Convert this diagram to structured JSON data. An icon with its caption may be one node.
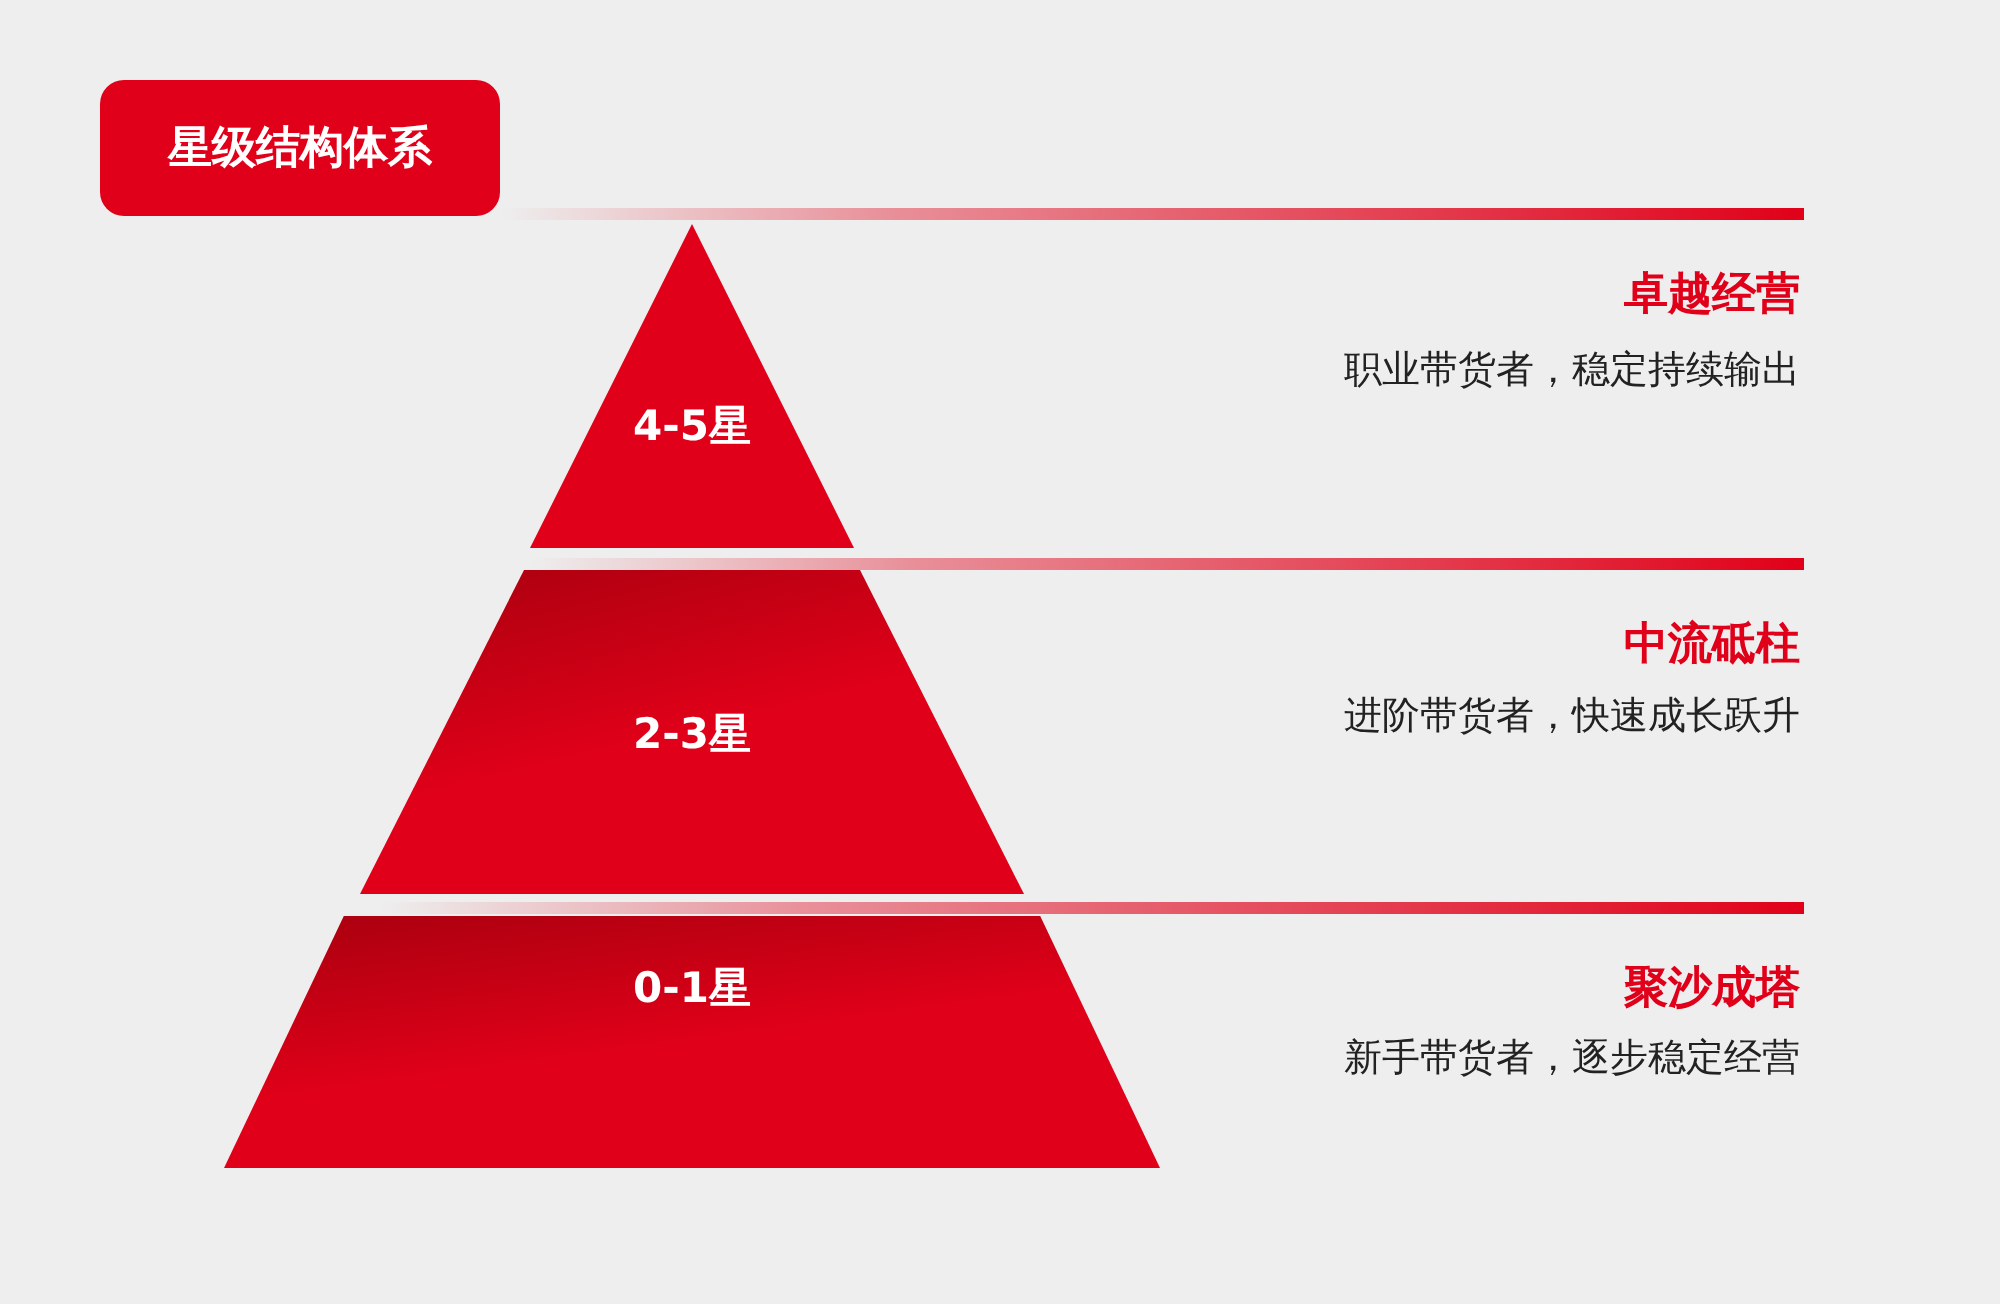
{
  "diagram": {
    "title": "星级结构体系",
    "nodes": [
      {
        "text": [
          "4-5星"
        ],
        "beside": [
          "卓越经营",
          "职业带货者，稳定持续输出"
        ]
      },
      {
        "text": [
          "2-3星"
        ],
        "beside": [
          "中流砥柱",
          "进阶带货者，快速成长跃升"
        ]
      },
      {
        "text": [
          "0-1星"
        ],
        "beside": [
          "聚沙成塔",
          "新手带货者，逐步稳定经营"
        ]
      }
    ],
    "edges": []
  }
}
